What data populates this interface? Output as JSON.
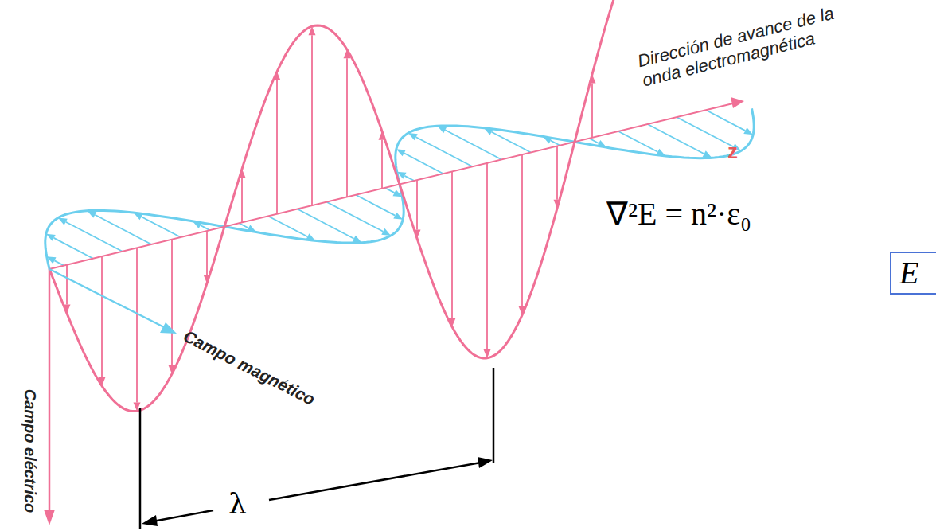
{
  "diagram": {
    "nodes": [
      {
        "text": [
          "E"
        ]
      }
    ],
    "labels": [
      "Dirección de avance de la onda electromagnética",
      "z",
      "Campo magnético",
      "Campo eléctrico",
      "λ",
      "∇²E = n²·ε₀"
    ]
  }
}
